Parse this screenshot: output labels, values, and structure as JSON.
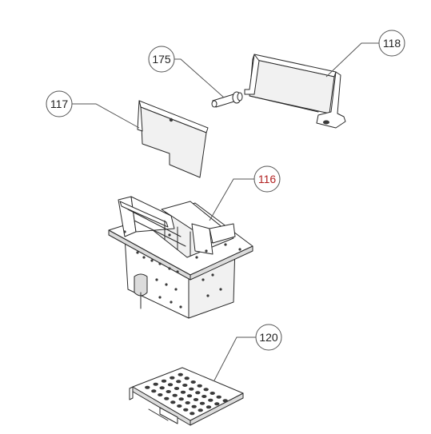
{
  "callouts": [
    {
      "id": "117",
      "label": "117",
      "color": "#222222"
    },
    {
      "id": "175",
      "label": "175",
      "color": "#222222"
    },
    {
      "id": "118",
      "label": "118",
      "color": "#222222"
    },
    {
      "id": "116",
      "label": "116",
      "color": "#b22222"
    },
    {
      "id": "120",
      "label": "120",
      "color": "#222222"
    }
  ]
}
